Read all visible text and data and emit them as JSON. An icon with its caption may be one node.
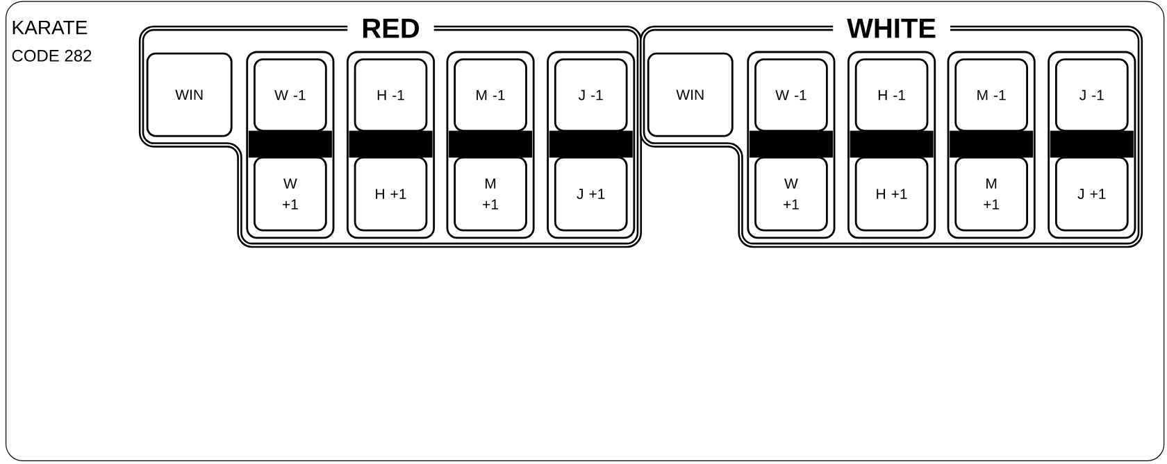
{
  "diagram": {
    "nodes": [
      {
        "text": [
          "RED"
        ]
      },
      {
        "text": [
          "WIN"
        ],
        "in": 0
      },
      {
        "text": [
          "W -1"
        ],
        "in": 0
      },
      {
        "text": [
          "W +1"
        ],
        "in": 0
      },
      {
        "text": [
          "H -1"
        ],
        "in": 0
      },
      {
        "text": [
          "H +1"
        ],
        "in": 0
      },
      {
        "text": [
          "M -1"
        ],
        "in": 0
      },
      {
        "text": [
          "M +1"
        ],
        "in": 0
      },
      {
        "text": [
          "J -1"
        ],
        "in": 0
      },
      {
        "text": [
          "J +1"
        ],
        "in": 0
      },
      {
        "text": [
          "WHITE"
        ]
      },
      {
        "text": [
          "WIN"
        ],
        "in": 10
      },
      {
        "text": [
          "W -1"
        ],
        "in": 10
      },
      {
        "text": [
          "W +1"
        ],
        "in": 10
      },
      {
        "text": [
          "H -1"
        ],
        "in": 10
      },
      {
        "text": [
          "H +1"
        ],
        "in": 10
      },
      {
        "text": [
          "M -1"
        ],
        "in": 10
      },
      {
        "text": [
          "M +1"
        ],
        "in": 10
      },
      {
        "text": [
          "J -1"
        ],
        "in": 10
      },
      {
        "text": [
          "J +1"
        ],
        "in": 10
      }
    ],
    "labels": [
      "KARATE",
      "CODE 282"
    ]
  }
}
